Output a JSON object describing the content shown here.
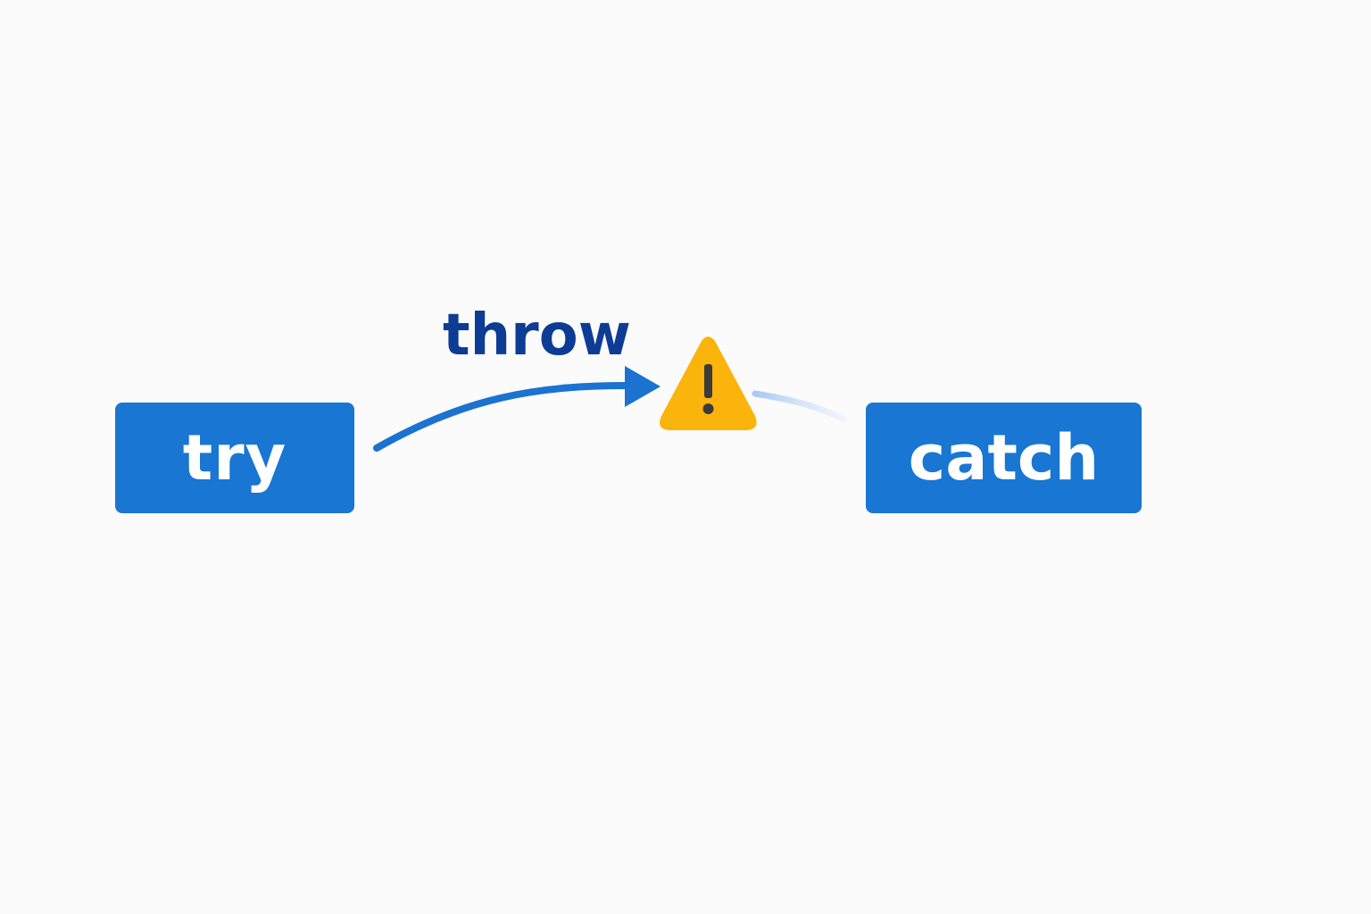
{
  "diagram": {
    "nodes": {
      "try": {
        "label": "try"
      },
      "catch": {
        "label": "catch"
      }
    },
    "edges": {
      "throw": {
        "label": "throw"
      }
    },
    "warning": {
      "icon": "warning-triangle-icon",
      "mark": "!"
    }
  },
  "colors": {
    "box_fill": "#1976d2",
    "box_text": "#ffffff",
    "arrow": "#1b72d0",
    "return_arrow": "#9ec4f2",
    "label": "#0d3c94",
    "warning_fill": "#fbb40b",
    "warning_mark": "#3b3b3b",
    "background": "#fbfbfb"
  }
}
